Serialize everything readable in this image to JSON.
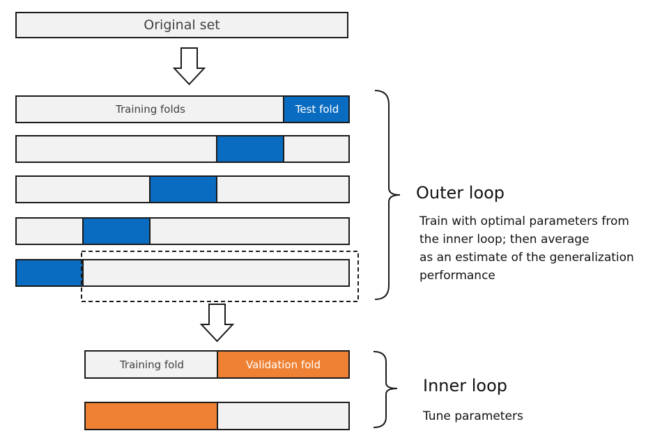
{
  "original_set": {
    "label": "Original set"
  },
  "outer": {
    "training_label": "Training folds",
    "test_label": "Test fold",
    "title": "Outer loop",
    "description": [
      "Train with optimal parameters from",
      "the inner loop; then average",
      "as an estimate of the generalization",
      "performance"
    ],
    "accent": "#0a6cc1"
  },
  "inner": {
    "training_label": "Training fold",
    "validation_label": "Validation fold",
    "title": "Inner loop",
    "description": "Tune parameters",
    "accent": "#ee8133"
  }
}
